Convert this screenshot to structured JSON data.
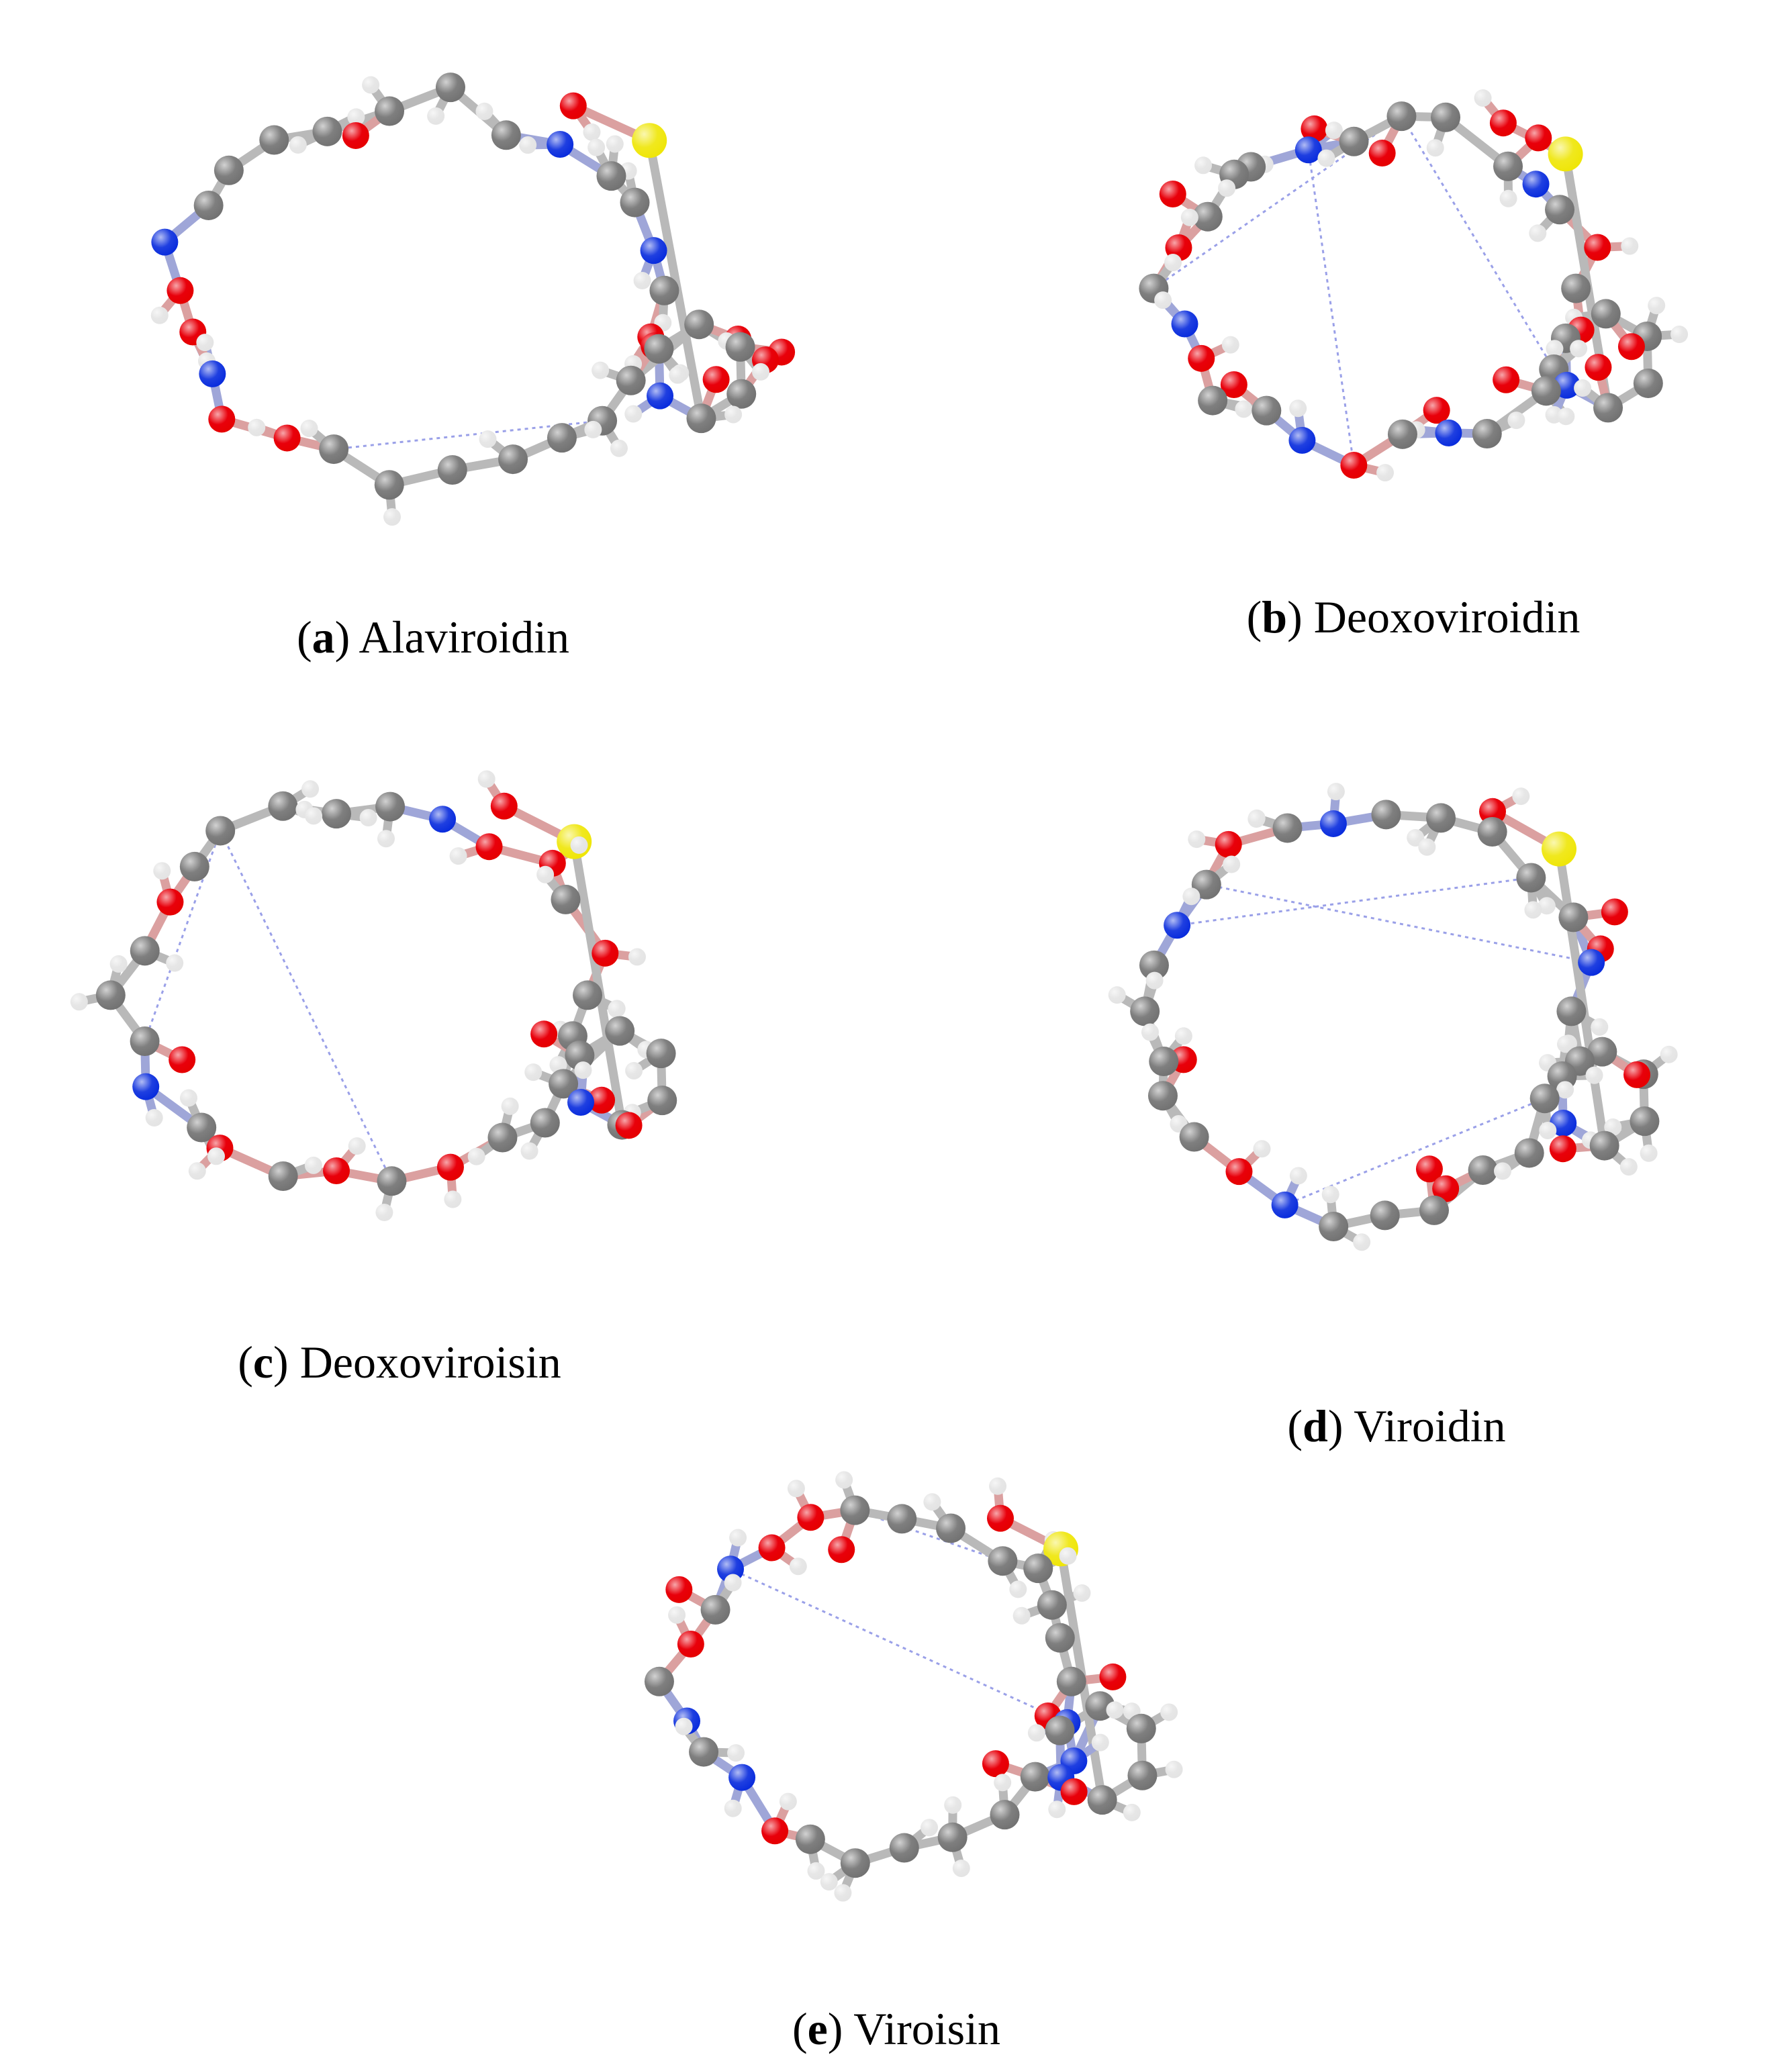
{
  "figure": {
    "panels": [
      {
        "id": "a",
        "letter": "a",
        "name": "Alaviroidin"
      },
      {
        "id": "b",
        "letter": "b",
        "name": "Deoxoviroidin"
      },
      {
        "id": "c",
        "letter": "c",
        "name": "Deoxoviroisin"
      },
      {
        "id": "d",
        "letter": "d",
        "name": "Viroidin"
      },
      {
        "id": "e",
        "letter": "e",
        "name": "Viroisin"
      }
    ],
    "atom_colors": {
      "carbon": "#7f7f7f",
      "hydrogen": "#e6e6e6",
      "oxygen": "#e8000b",
      "nitrogen": "#1f3fe0",
      "sulfur": "#f0e81e"
    }
  }
}
